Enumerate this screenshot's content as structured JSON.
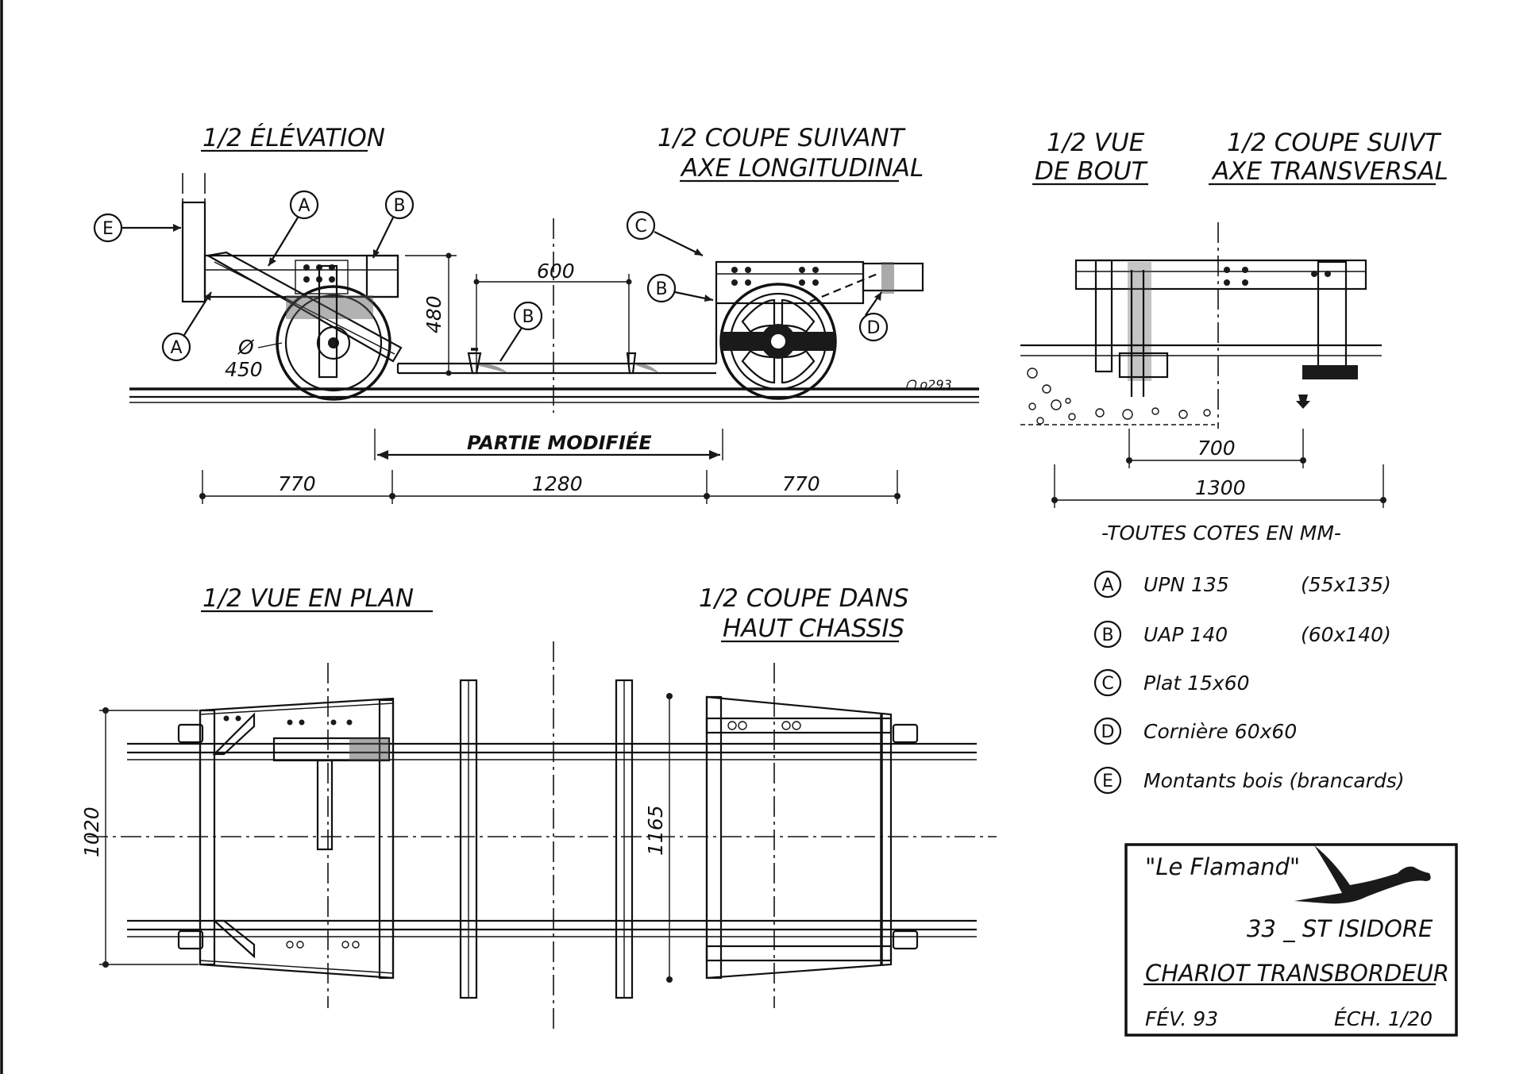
{
  "views": {
    "elevation": "1/2 ÉLÉVATION",
    "long_section_1": "1/2 COUPE SUIVANT",
    "long_section_2": "AXE LONGITUDINAL",
    "end_view_1": "1/2 VUE",
    "end_view_2": "DE BOUT",
    "trans_section_1": "1/2 COUPE SUIVT",
    "trans_section_2": "AXE TRANSVERSAL",
    "plan_view": "1/2 VUE EN PLAN",
    "chassis_section_1": "1/2 COUPE DANS",
    "chassis_section_2": "HAUT CHASSIS"
  },
  "callouts": [
    "A",
    "B",
    "C",
    "D",
    "E"
  ],
  "dimensions": {
    "d600": "600",
    "d480": "480",
    "wheel_symbol": "Ø",
    "wheel_dia": "450",
    "rail_ref": "ᗝ o293",
    "modified_part": "PARTIE MODIFIÉE",
    "d770_left": "770",
    "d1280": "1280",
    "d770_right": "770",
    "d700": "700",
    "d1300": "1300",
    "d1020": "1020",
    "d1165": "1165"
  },
  "units_note": "-TOUTES COTES EN MM-",
  "legend": [
    {
      "key": "A",
      "text": "UPN  135",
      "size": "(55x135)"
    },
    {
      "key": "B",
      "text": "UAP  140",
      "size": "(60x140)"
    },
    {
      "key": "C",
      "text": "Plat  15x60",
      "size": ""
    },
    {
      "key": "D",
      "text": "Cornière   60x60",
      "size": ""
    },
    {
      "key": "E",
      "text": "Montants bois (brancards)",
      "size": ""
    }
  ],
  "cartouche": {
    "brand": "\"Le Flamand\"",
    "location": "33 _ ST ISIDORE",
    "title": "CHARIOT TRANSBORDEUR",
    "date": "FÉV. 93",
    "scale": "ÉCH. 1/20"
  }
}
